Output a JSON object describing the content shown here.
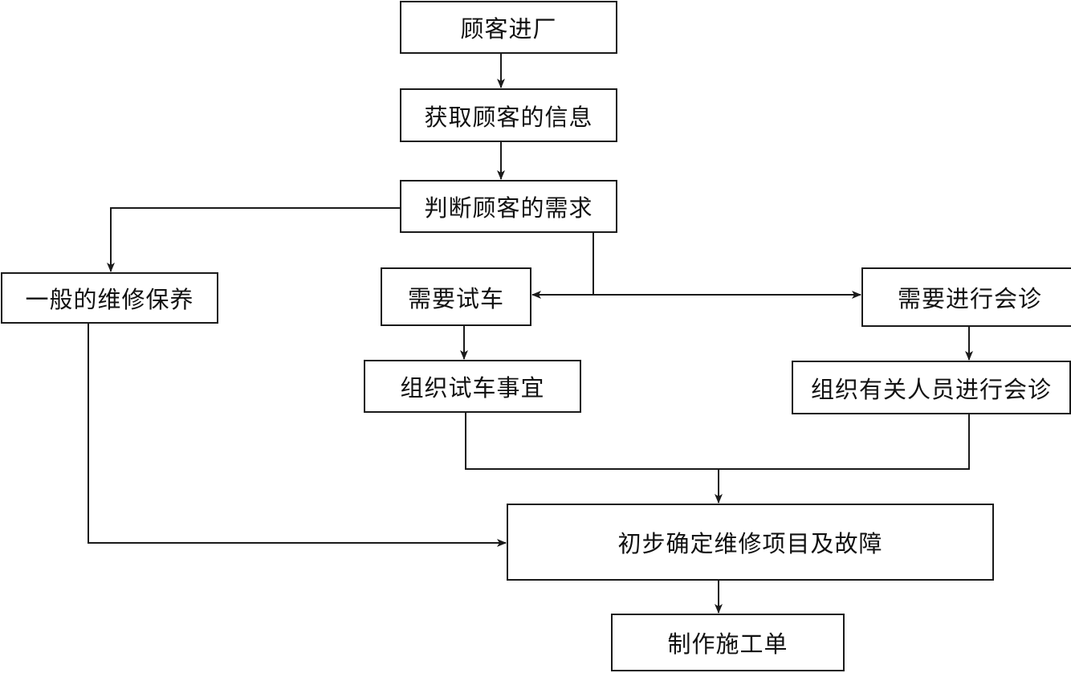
{
  "diagram": {
    "type": "flowchart",
    "line_color": "#1a1a1a",
    "background": "#ffffff",
    "nodes": {
      "customer_arrives": "顾客进厂",
      "get_customer_info": "获取顾客的信息",
      "judge_customer_needs": "判断顾客的需求",
      "general_maintenance": "一般的维修保养",
      "need_test_drive": "需要试车",
      "need_consultation": "需要进行会诊",
      "organize_test_drive": "组织试车事宜",
      "organize_consultation": "组织有关人员进行会诊",
      "determine_repair_items": "初步确定维修项目及故障",
      "create_work_order": "制作施工单"
    },
    "edges": [
      {
        "from": "customer_arrives",
        "to": "get_customer_info"
      },
      {
        "from": "get_customer_info",
        "to": "judge_customer_needs"
      },
      {
        "from": "judge_customer_needs",
        "to": "general_maintenance"
      },
      {
        "from": "judge_customer_needs",
        "to": "need_test_drive"
      },
      {
        "from": "judge_customer_needs",
        "to": "need_consultation"
      },
      {
        "from": "need_test_drive",
        "to": "organize_test_drive"
      },
      {
        "from": "need_consultation",
        "to": "organize_consultation"
      },
      {
        "from": "organize_test_drive",
        "to": "determine_repair_items"
      },
      {
        "from": "organize_consultation",
        "to": "determine_repair_items"
      },
      {
        "from": "general_maintenance",
        "to": "determine_repair_items"
      },
      {
        "from": "determine_repair_items",
        "to": "create_work_order"
      }
    ]
  }
}
